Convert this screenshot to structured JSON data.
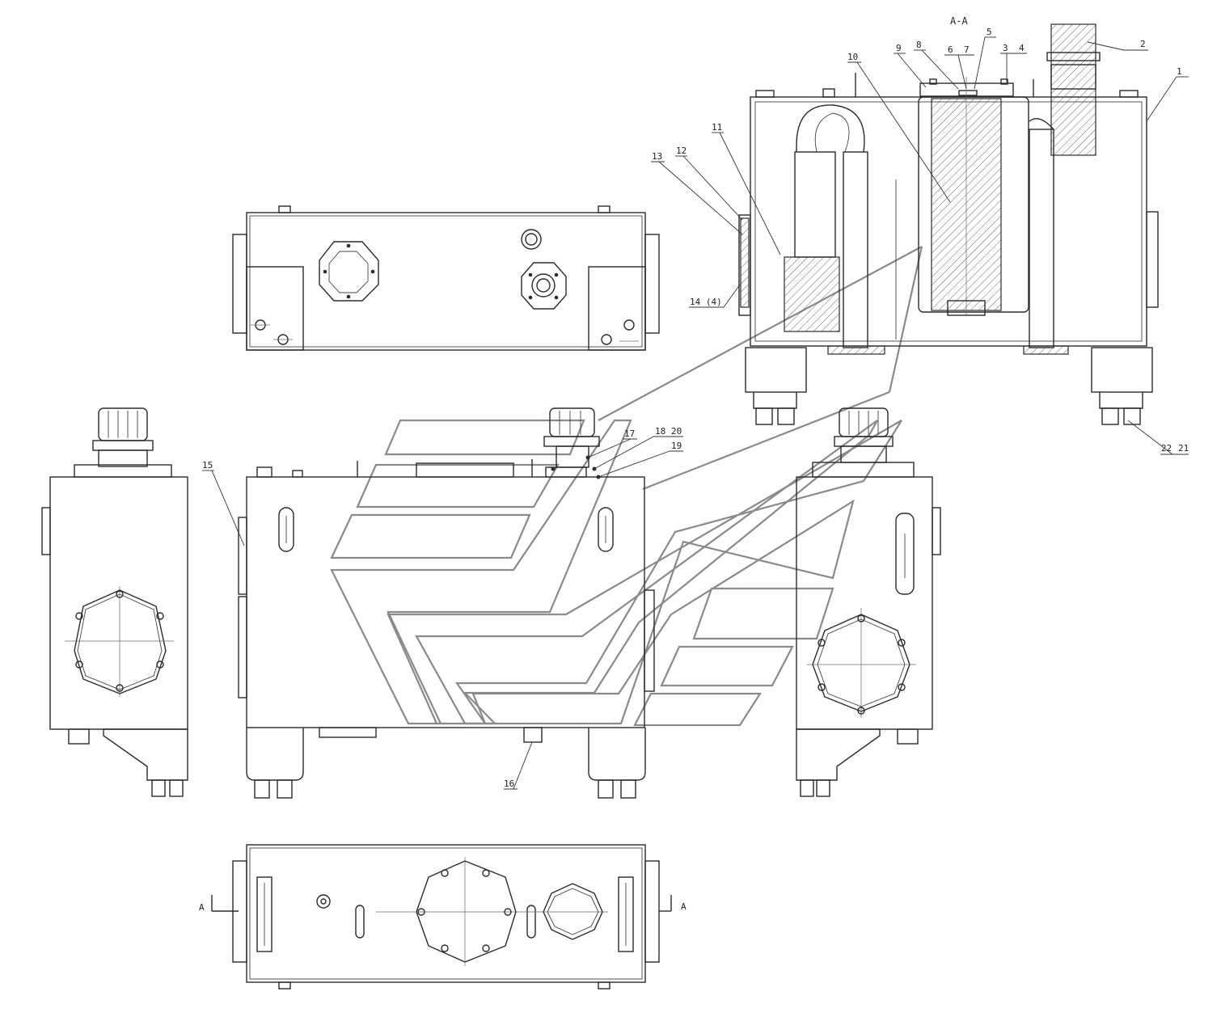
{
  "section_title": "A-A",
  "section_marks": [
    "A",
    "A"
  ],
  "callouts": [
    {
      "id": "c1",
      "text": "1"
    },
    {
      "id": "c2",
      "text": "2"
    },
    {
      "id": "c3",
      "text": "3"
    },
    {
      "id": "c4",
      "text": "4"
    },
    {
      "id": "c5",
      "text": "5"
    },
    {
      "id": "c6",
      "text": "6"
    },
    {
      "id": "c7",
      "text": "7"
    },
    {
      "id": "c8",
      "text": "8"
    },
    {
      "id": "c9",
      "text": "9"
    },
    {
      "id": "c10",
      "text": "10"
    },
    {
      "id": "c11",
      "text": "11"
    },
    {
      "id": "c12",
      "text": "12"
    },
    {
      "id": "c13",
      "text": "13"
    },
    {
      "id": "c14",
      "text": "14 (4)"
    },
    {
      "id": "c15",
      "text": "15"
    },
    {
      "id": "c16",
      "text": "16"
    },
    {
      "id": "c17",
      "text": "17"
    },
    {
      "id": "c18",
      "text": "18"
    },
    {
      "id": "c19",
      "text": "19"
    },
    {
      "id": "c20",
      "text": "20"
    },
    {
      "id": "c21",
      "text": "21"
    },
    {
      "id": "c22",
      "text": "22"
    }
  ]
}
